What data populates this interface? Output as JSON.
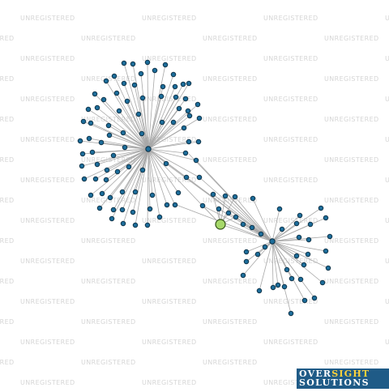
{
  "watermark": {
    "text": "UNREGISTERED"
  },
  "logo": {
    "word1": "OVER",
    "word2": "SIGHT",
    "word3": "SOLUTIONS"
  },
  "colors": {
    "node_fill": "#1d6d9a",
    "node_stroke": "#0b2c40",
    "focus_fill": "#a6d86a",
    "edge": "#a8a8a8",
    "logo_bg": "#1f5b87",
    "logo_accent": "#ffd23a",
    "watermark": "#d6d6d6"
  },
  "graph": {
    "node_count": 124,
    "hub_count": 2,
    "focus_nodes": 1
  }
}
